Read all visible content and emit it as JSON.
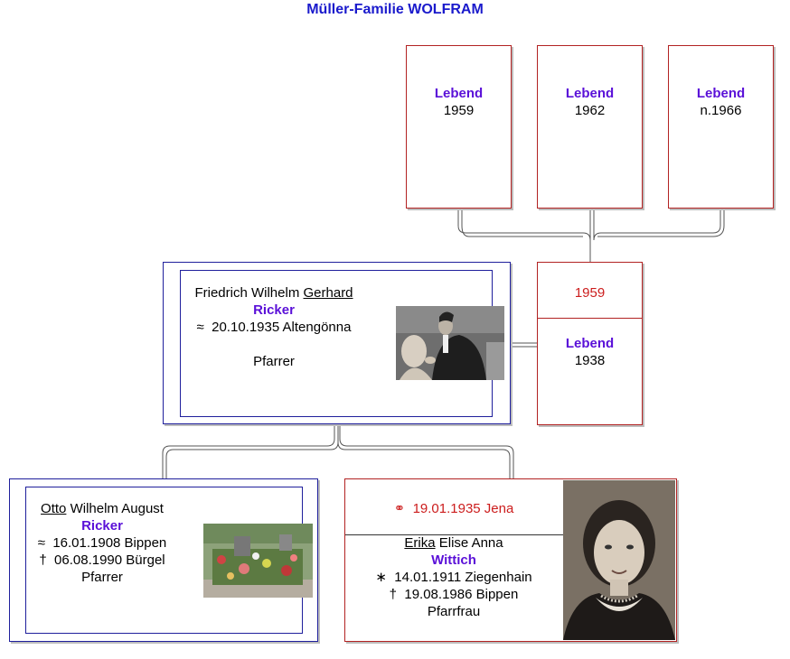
{
  "title": "Müller-Familie WOLFRAM",
  "children": [
    {
      "status": "Lebend",
      "year": "1959"
    },
    {
      "status": "Lebend",
      "year": "1962"
    },
    {
      "status": "Lebend",
      "year": "n.1966"
    }
  ],
  "father": {
    "given_a": "Friedrich Wilhelm",
    "given_call": "Gerhard",
    "surname": "Ricker",
    "birth_symbol": "≈",
    "birth": "20.10.1935 Altengönna",
    "occupation": "Pfarrer"
  },
  "marriage_year": "1959",
  "spouse": {
    "status": "Lebend",
    "year": "1938"
  },
  "grandfather": {
    "given_call": "Otto",
    "given_rest": "Wilhelm August",
    "surname": "Ricker",
    "birth_symbol": "≈",
    "birth": "16.01.1908 Bippen",
    "death_symbol": "†",
    "death": "06.08.1990 Bürgel",
    "occupation": "Pfarrer"
  },
  "grandparents_marriage": {
    "symbol": "⚭",
    "date": "19.01.1935 Jena"
  },
  "grandmother": {
    "given_call": "Erika",
    "given_rest": "Elise Anna",
    "surname": "Wittich",
    "birth_symbol": "∗",
    "birth": "14.01.1911 Ziegenhain",
    "death_symbol": "†",
    "death": "19.08.1986 Bippen",
    "occupation": "Pfarrfrau"
  },
  "colors": {
    "accent_purple": "#5a10d8",
    "title_blue": "#1a1acc",
    "red_border": "#b22222",
    "blue_border": "#1f1f9c"
  }
}
